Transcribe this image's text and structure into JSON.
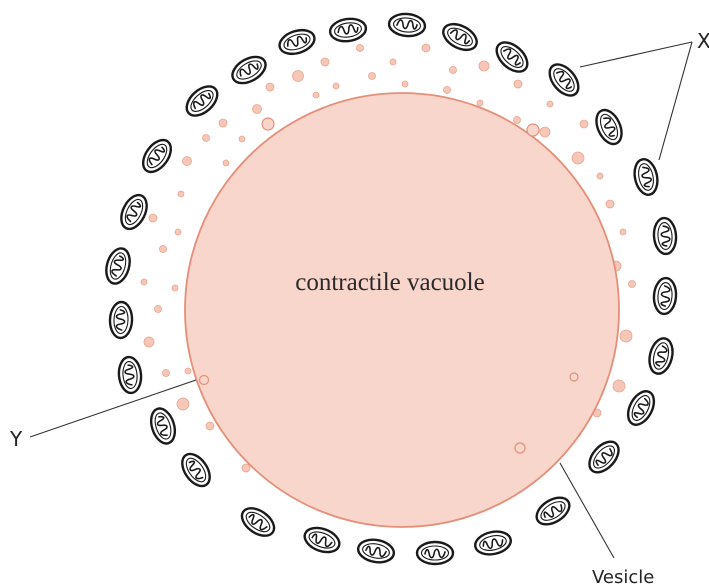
{
  "diagram": {
    "center_label": "contractile vacuole",
    "labels": {
      "x": "X",
      "y": "Y",
      "vesicle": "Vesicle"
    },
    "colors": {
      "vacuole_fill": "#f8d6cc",
      "vacuole_stroke": "#e58f7a",
      "vesicle_fill": "#f6c7b8",
      "vesicle_stroke": "#e9a48f",
      "mitochondrion_stroke": "#1a1a1a",
      "leader_line": "#333333"
    }
  }
}
